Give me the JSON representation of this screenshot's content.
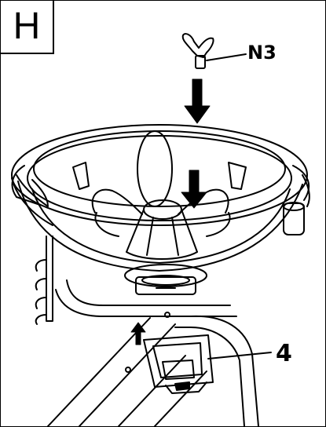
{
  "step": {
    "letter": "H"
  },
  "callouts": {
    "wing_bolt": "N3",
    "bottle_holder": "4"
  },
  "colors": {
    "line": "#000000",
    "background": "#ffffff"
  }
}
